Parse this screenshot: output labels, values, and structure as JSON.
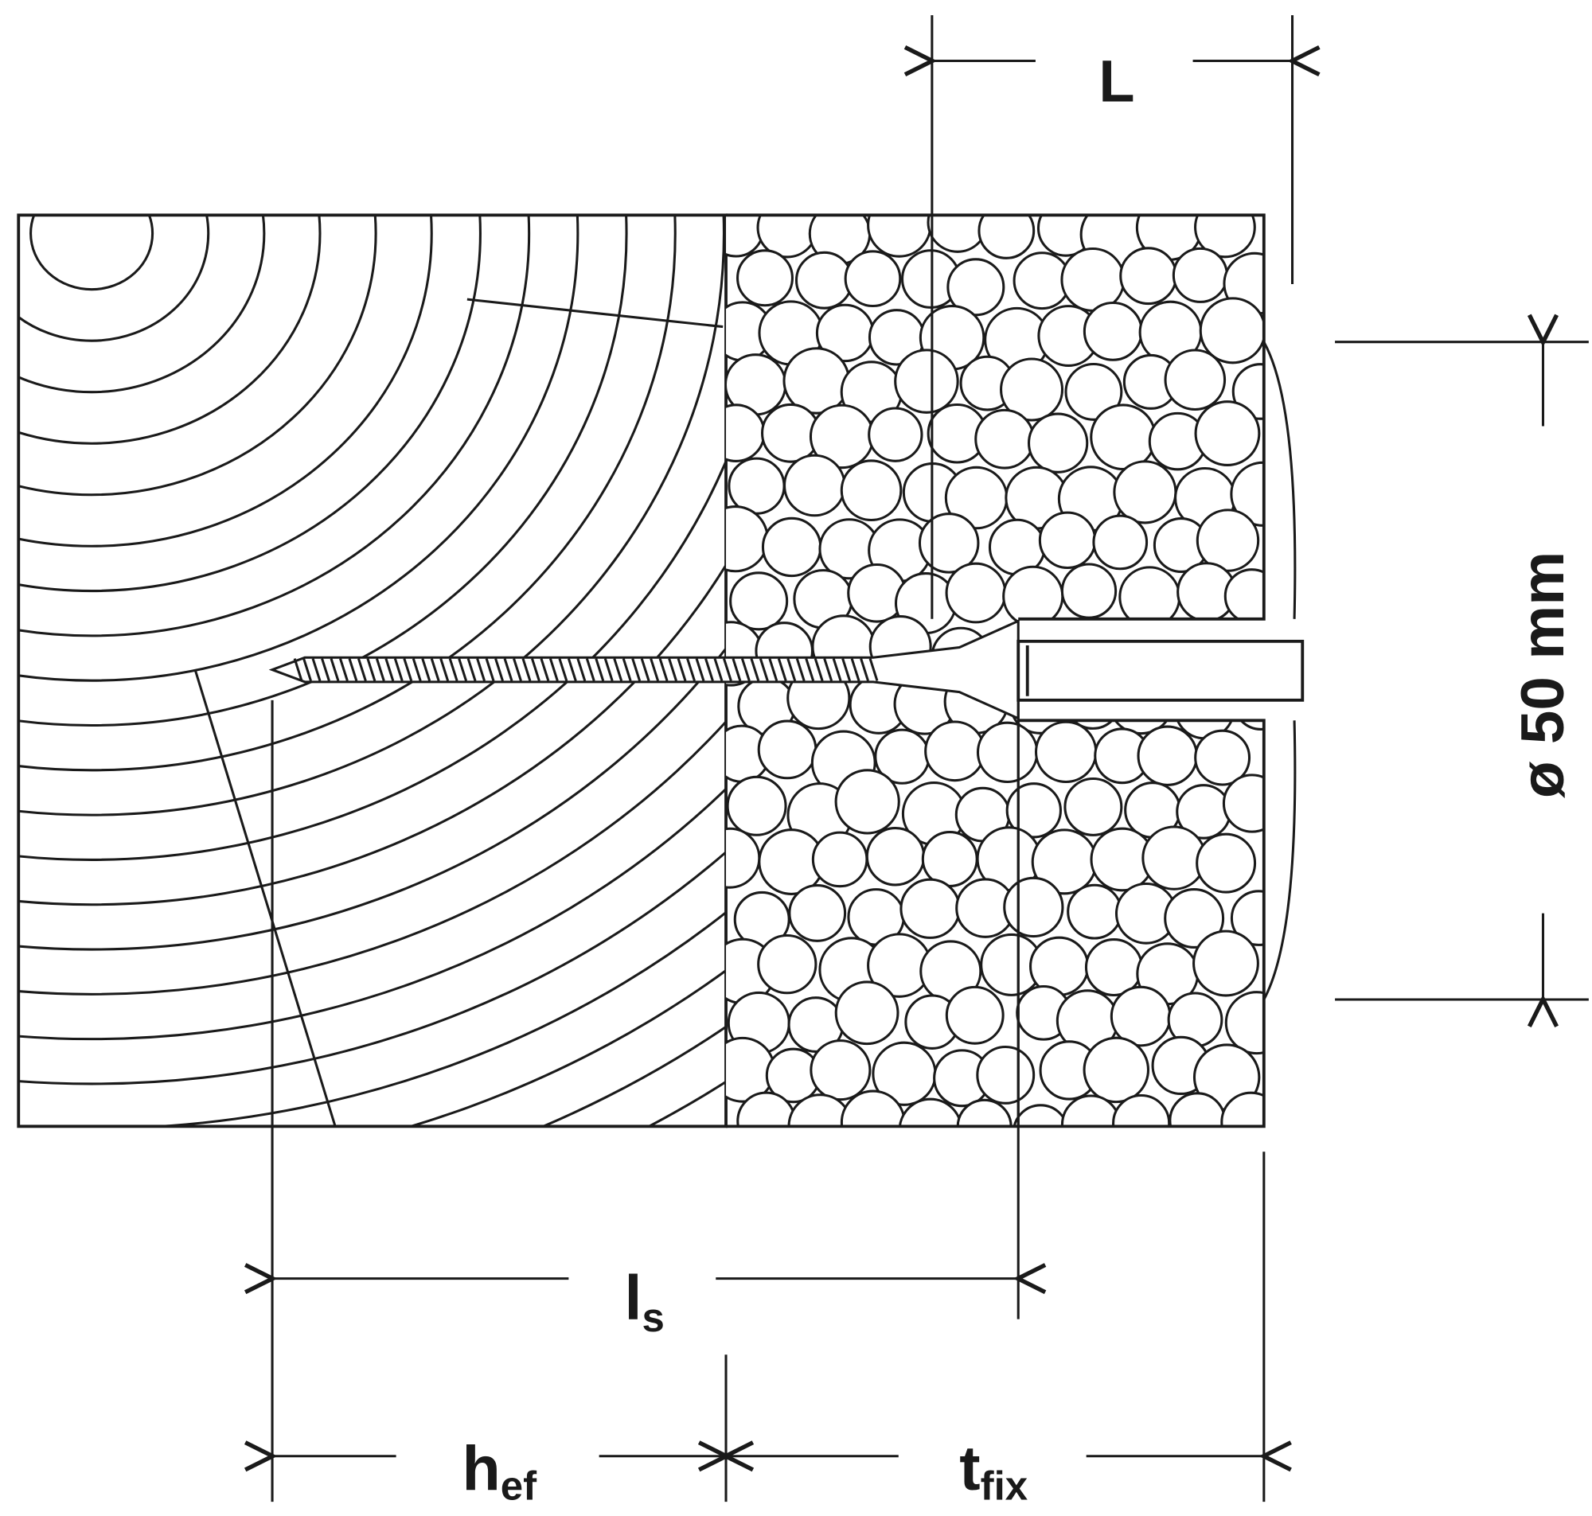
{
  "diagram": {
    "dimension_L": {
      "label": "L"
    },
    "dimension_diameter": {
      "label": "ø 50 mm"
    },
    "dimension_ls": {
      "main": "l",
      "sub": "s"
    },
    "dimension_hef": {
      "main": "h",
      "sub": "ef"
    },
    "dimension_tfix": {
      "main": "t",
      "sub": "fix"
    },
    "colors": {
      "line": "#1a1a1a",
      "background": "#ffffff"
    }
  }
}
